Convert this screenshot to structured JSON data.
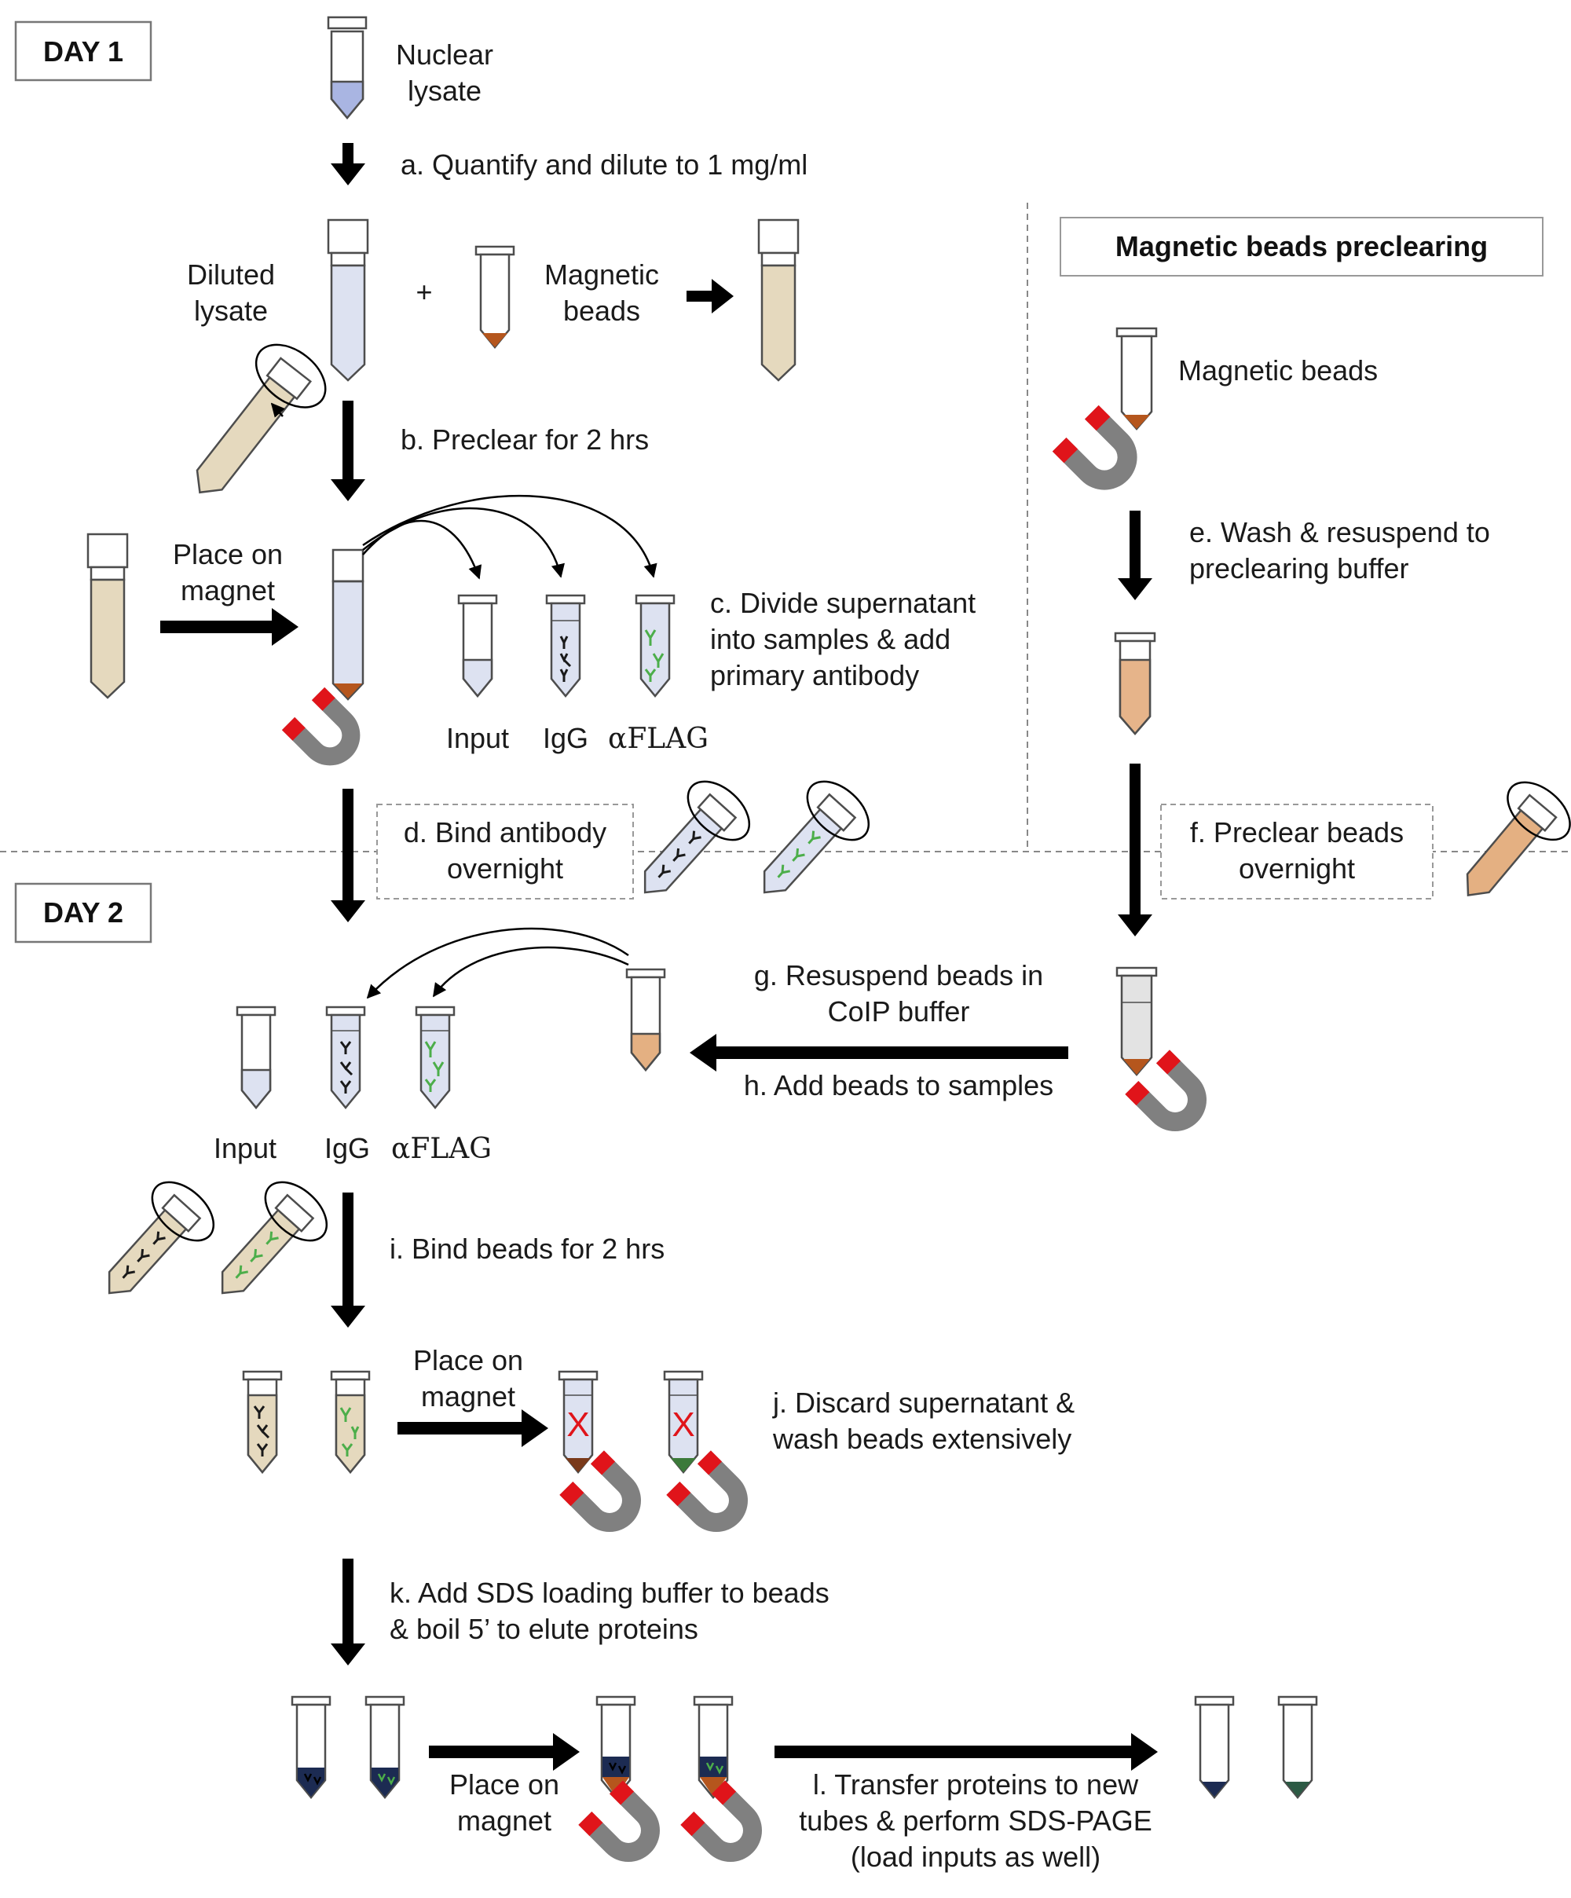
{
  "day_labels": {
    "day1": "DAY 1",
    "day2": "DAY 2"
  },
  "section_title": "Magnetic beads preclearing",
  "tube_labels": {
    "nuclear_lysate_1": "Nuclear",
    "nuclear_lysate_2": "lysate",
    "diluted_lysate_1": "Diluted",
    "diluted_lysate_2": "lysate",
    "magnetic_beads_1": "Magnetic",
    "magnetic_beads_2": "beads",
    "magnetic_beads_right": "Magnetic beads",
    "plus": "+",
    "input": "Input",
    "igg": "IgG",
    "aflag": "αFLAG"
  },
  "steps": {
    "a": "a. Quantify and dilute to 1 mg/ml",
    "b": "b. Preclear for 2 hrs",
    "c_1": "c. Divide supernatant",
    "c_2": "into samples & add",
    "c_3": "primary antibody",
    "d_1": "d. Bind antibody",
    "d_2": "overnight",
    "e_1": "e. Wash & resuspend to",
    "e_2": "preclearing buffer",
    "f_1": "f. Preclear beads",
    "f_2": "overnight",
    "g_1": "g. Resuspend beads in",
    "g_2": "CoIP buffer",
    "h": "h. Add beads to samples",
    "i": "i. Bind beads for 2 hrs",
    "j_1": "j. Discard supernatant &",
    "j_2": "wash beads extensively",
    "k_1": "k. Add SDS loading buffer to beads",
    "k_2": "& boil 5’ to elute proteins",
    "l_1": "l. Transfer proteins to new",
    "l_2": "tubes & perform SDS-PAGE",
    "l_3": "(load inputs as well)"
  },
  "magnet_labels": {
    "place_on_1": "Place on",
    "magnet_1": "magnet",
    "place_on_2": "Place on",
    "magnet_2": "magnet",
    "place_on_3": "Place on",
    "magnet_3": "magnet"
  },
  "discard_mark": "X",
  "colors": {
    "lysate": "#c0c8ea",
    "diluted": "#dde2f1",
    "beads": "#b5561d",
    "precleared": "#e5d9be",
    "washed_beads": "#e6b48a",
    "bead_slurry": "#e4b082",
    "coip": "#e3e3e3",
    "antibody_igg": "#1a1a1a",
    "antibody_flag": "#4cae4a",
    "magnet_red": "#e0141a",
    "magnet_grey": "#808080",
    "eluate": "#1c2b52",
    "discard": "#e0141a"
  }
}
